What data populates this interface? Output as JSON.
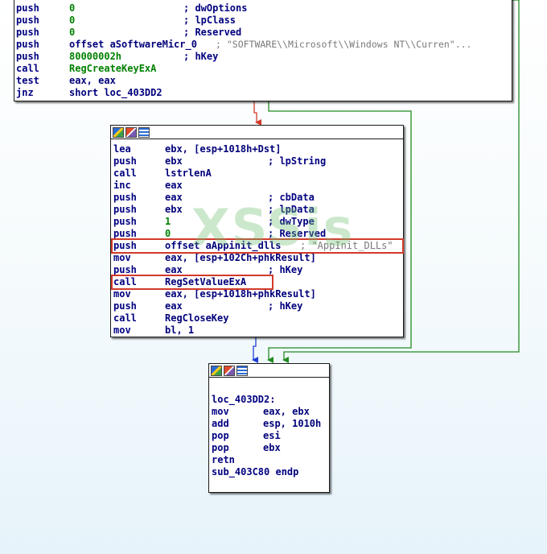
{
  "watermark": "XSSis",
  "colors": {
    "edge_false": "#d23a2a",
    "edge_true": "#228b22",
    "edge_normal": "#1f3fd6",
    "highlight_box": "#d23a2a"
  },
  "block_top": {
    "lines": [
      {
        "mnemonic": "push",
        "operand": "0",
        "comment": "; dwOptions"
      },
      {
        "mnemonic": "push",
        "operand": "0",
        "comment": "; lpClass"
      },
      {
        "mnemonic": "push",
        "operand": "0",
        "comment": "; Reserved"
      },
      {
        "mnemonic": "push",
        "operand": "offset aSoftwareMicr_0",
        "comment": "; \"SOFTWARE\\\\Microsoft\\\\Windows NT\\\\Curren\"..."
      },
      {
        "mnemonic": "push",
        "operand": "80000002h",
        "comment": "; hKey"
      },
      {
        "mnemonic": "call",
        "operand": "RegCreateKeyExA",
        "comment": ""
      },
      {
        "mnemonic": "test",
        "operand": "eax, eax",
        "comment": ""
      },
      {
        "mnemonic": "jnz",
        "operand": "short loc_403DD2",
        "comment": ""
      }
    ]
  },
  "block_mid": {
    "toolbar_icons": [
      "graph-icon",
      "edit-icon",
      "list-icon"
    ],
    "lines": [
      {
        "mnemonic": "lea",
        "operand": "ebx, [esp+1018h+Dst]",
        "comment": ""
      },
      {
        "mnemonic": "push",
        "operand": "ebx",
        "comment": "; lpString"
      },
      {
        "mnemonic": "call",
        "operand": "lstrlenA",
        "comment": ""
      },
      {
        "mnemonic": "inc",
        "operand": "eax",
        "comment": ""
      },
      {
        "mnemonic": "push",
        "operand": "eax",
        "comment": "; cbData"
      },
      {
        "mnemonic": "push",
        "operand": "ebx",
        "comment": "; lpData"
      },
      {
        "mnemonic": "push",
        "operand": "1",
        "comment": "; dwType"
      },
      {
        "mnemonic": "push",
        "operand": "0",
        "comment": "; Reserved"
      },
      {
        "mnemonic": "push",
        "operand": "offset aAppinit_dlls",
        "comment": "; \"AppInit_DLLs\""
      },
      {
        "mnemonic": "mov",
        "operand": "eax, [esp+102Ch+phkResult]",
        "comment": ""
      },
      {
        "mnemonic": "push",
        "operand": "eax",
        "comment": "; hKey"
      },
      {
        "mnemonic": "call",
        "operand": "RegSetValueExA",
        "comment": ""
      },
      {
        "mnemonic": "mov",
        "operand": "eax, [esp+1018h+phkResult]",
        "comment": ""
      },
      {
        "mnemonic": "push",
        "operand": "eax",
        "comment": "; hKey"
      },
      {
        "mnemonic": "call",
        "operand": "RegCloseKey",
        "comment": ""
      },
      {
        "mnemonic": "mov",
        "operand": "bl, 1",
        "comment": ""
      }
    ]
  },
  "block_bottom": {
    "toolbar_icons": [
      "graph-icon",
      "edit-icon",
      "list-icon"
    ],
    "label": "loc_403DD2:",
    "lines": [
      {
        "mnemonic": "mov",
        "operand": "eax, ebx",
        "comment": ""
      },
      {
        "mnemonic": "add",
        "operand": "esp, 1010h",
        "comment": ""
      },
      {
        "mnemonic": "pop",
        "operand": "esi",
        "comment": ""
      },
      {
        "mnemonic": "pop",
        "operand": "ebx",
        "comment": ""
      },
      {
        "mnemonic": "retn",
        "operand": "",
        "comment": ""
      }
    ],
    "end_label": "sub_403C80 endp"
  }
}
